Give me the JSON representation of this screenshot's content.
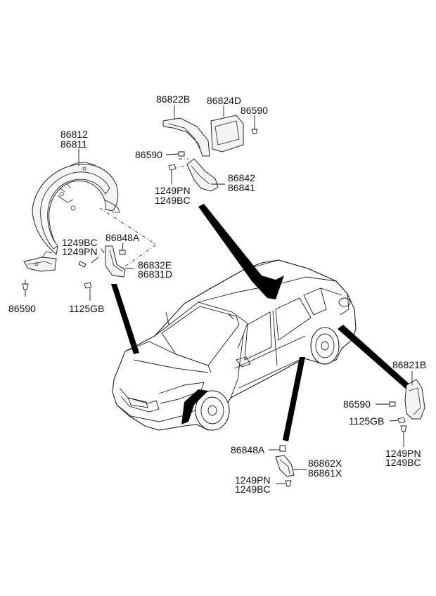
{
  "labels": {
    "l86812": "86812",
    "l86811": "86811",
    "l86822B": "86822B",
    "l86824D": "86824D",
    "l86590_top": "86590",
    "l86590_mid": "86590",
    "l1249PN_top": "1249PN",
    "l1249BC_top": "1249BC",
    "l86842": "86842",
    "l86841": "86841",
    "l86848A_top": "86848A",
    "l1249BC_left": "1249BC",
    "l1249PN_left": "1249PN",
    "l86832E": "86832E",
    "l86831D": "86831D",
    "l86590_left": "86590",
    "l1125GB_left": "1125GB",
    "l86821B": "86821B",
    "l86590_right": "86590",
    "l1125GB_right": "1125GB",
    "l1249PN_right": "1249PN",
    "l1249BC_right": "1249BC",
    "l86848A_bot": "86848A",
    "l86862X": "86862X",
    "l86861X": "86861X",
    "l1249PN_bot": "1249PN",
    "l1249BC_bot": "1249BC"
  }
}
